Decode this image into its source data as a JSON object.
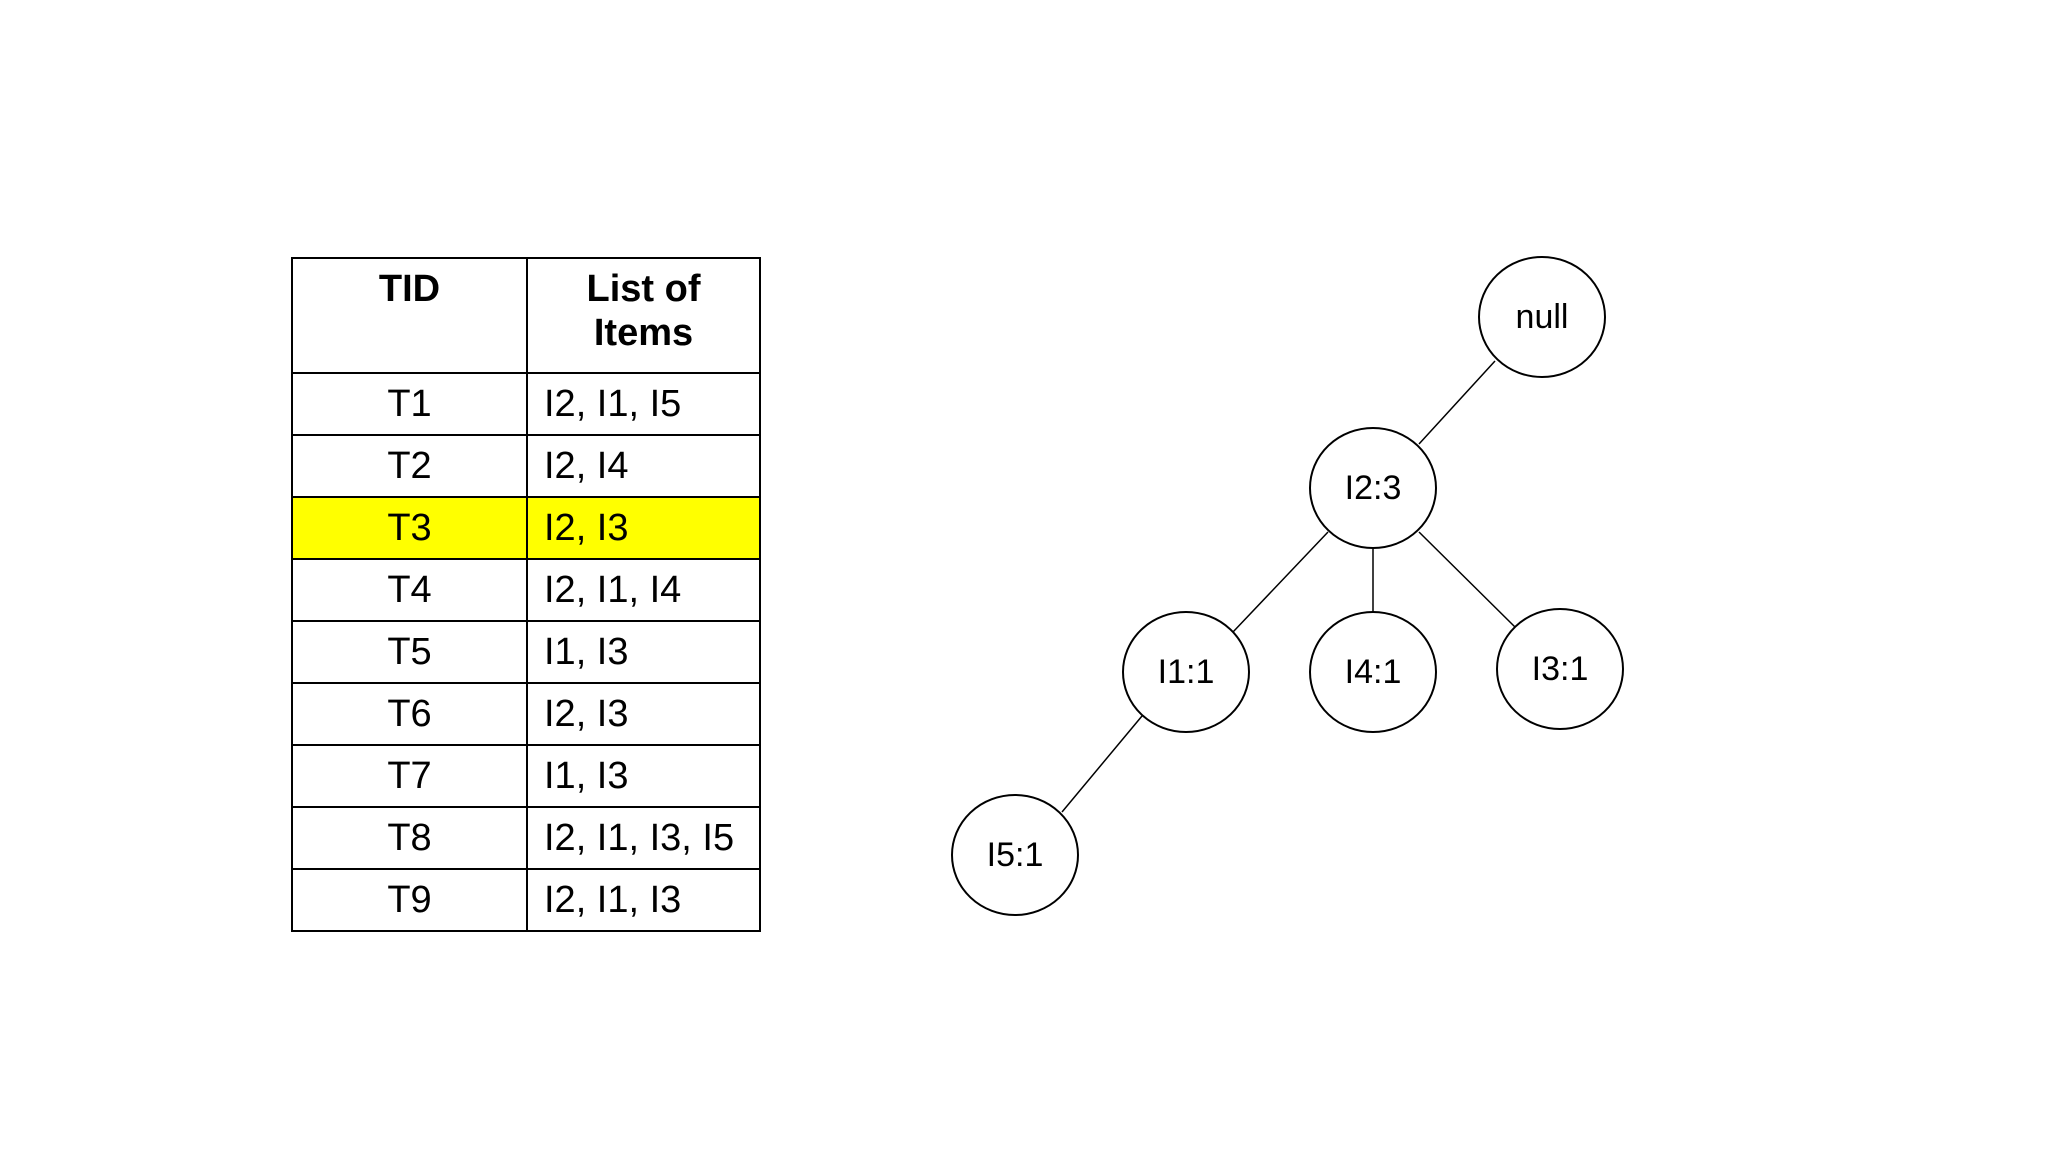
{
  "table": {
    "headers": {
      "tid": "TID",
      "items_line1": "List of",
      "items_line2": "Items"
    },
    "rows": [
      {
        "tid": "T1",
        "items": "I2, I1, I5"
      },
      {
        "tid": "T2",
        "items": "I2, I4"
      },
      {
        "tid": "T3",
        "items": "I2, I3",
        "highlighted": true
      },
      {
        "tid": "T4",
        "items": "I2, I1, I4"
      },
      {
        "tid": "T5",
        "items": "I1, I3"
      },
      {
        "tid": "T6",
        "items": "I2, I3"
      },
      {
        "tid": "T7",
        "items": "I1, I3"
      },
      {
        "tid": "T8",
        "items": "I2, I1, I3, I5"
      },
      {
        "tid": "T9",
        "items": "I2, I1, I3"
      }
    ],
    "highlight_color": "#ffff00"
  },
  "tree": {
    "nodes": [
      {
        "id": "null",
        "label": "null"
      },
      {
        "id": "i2",
        "label": "I2:3"
      },
      {
        "id": "i1",
        "label": "I1:1"
      },
      {
        "id": "i4",
        "label": "I4:1"
      },
      {
        "id": "i3",
        "label": "I3:1"
      },
      {
        "id": "i5",
        "label": "I5:1"
      }
    ],
    "edges": [
      {
        "from": "null",
        "to": "i2"
      },
      {
        "from": "i2",
        "to": "i1"
      },
      {
        "from": "i2",
        "to": "i4"
      },
      {
        "from": "i2",
        "to": "i3"
      },
      {
        "from": "i1",
        "to": "i5"
      }
    ]
  }
}
